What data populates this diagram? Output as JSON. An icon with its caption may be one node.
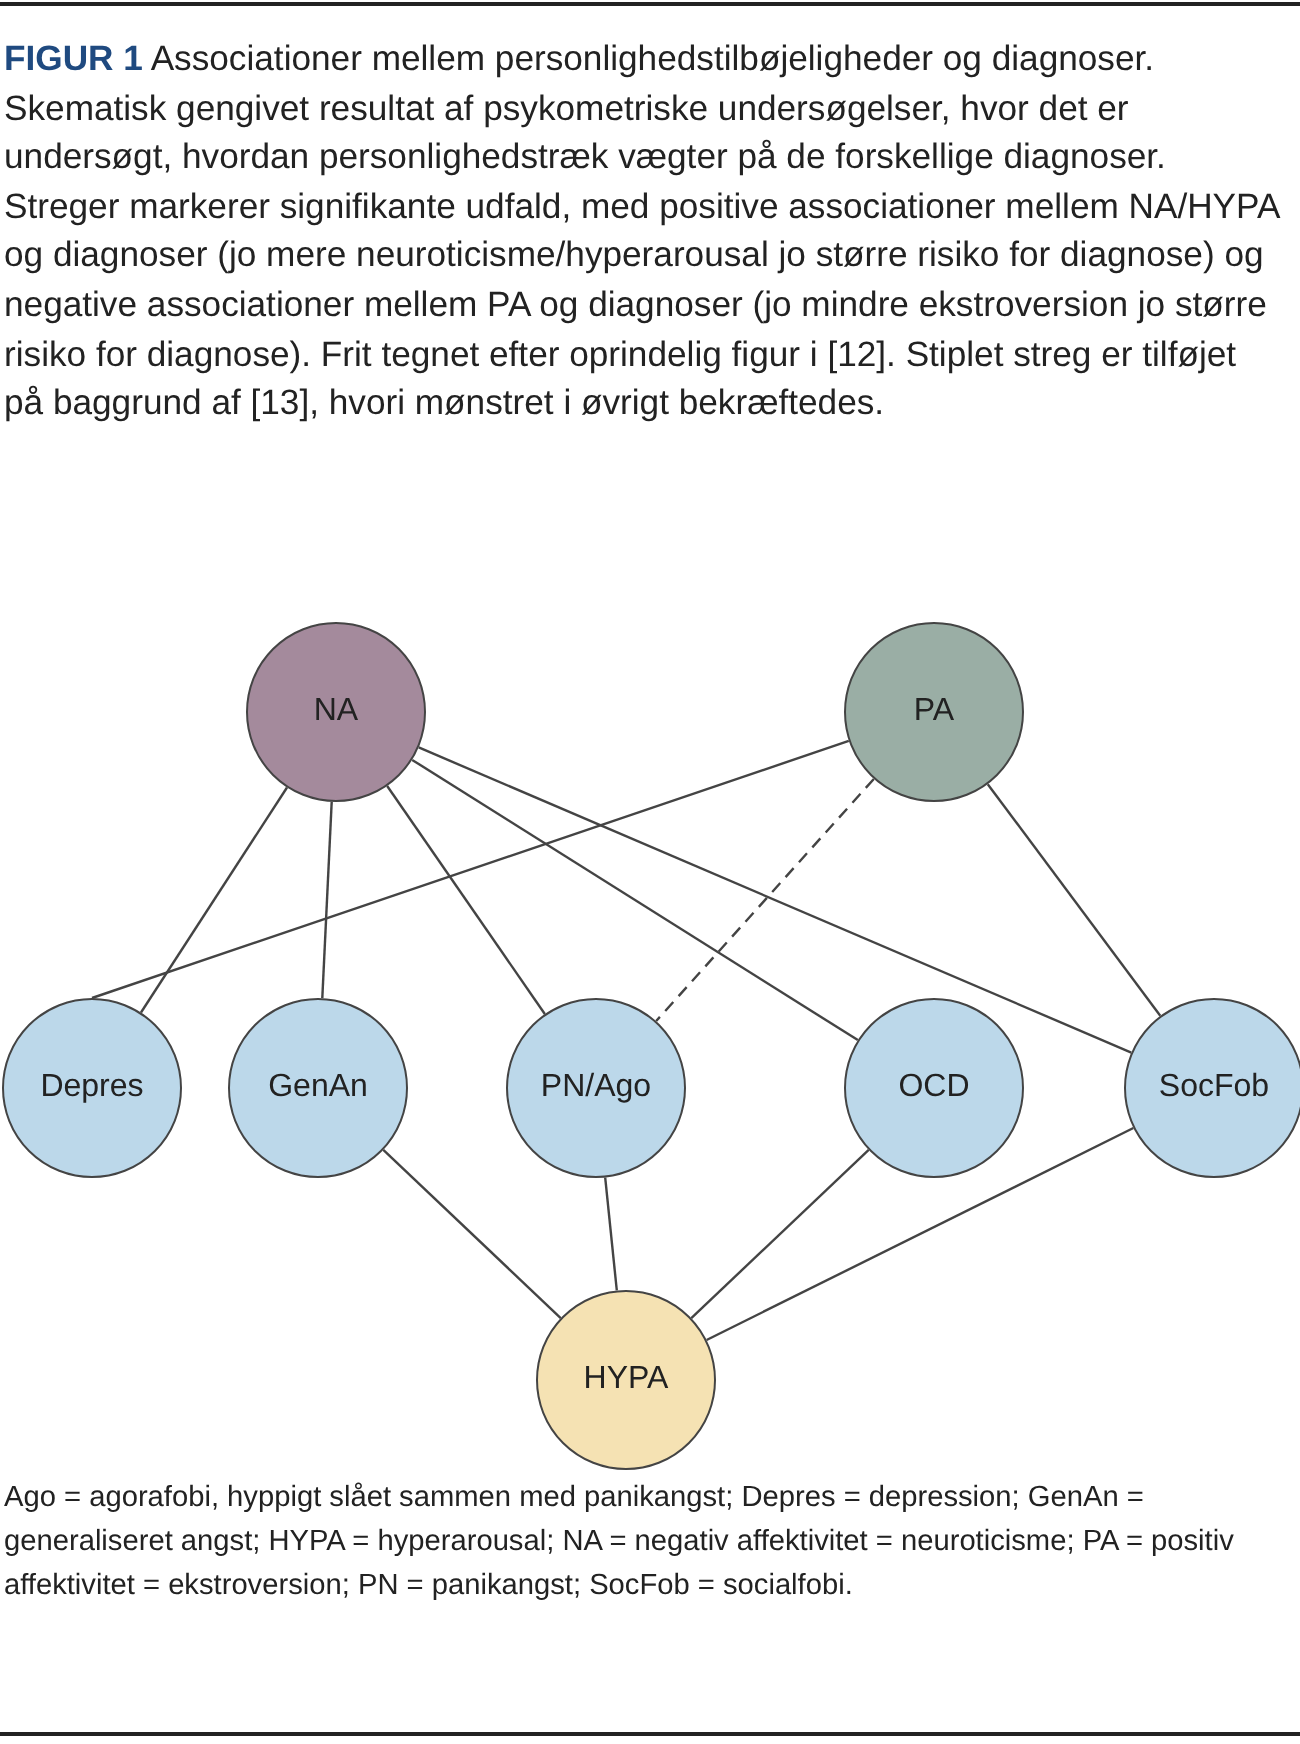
{
  "diagram": {
    "title": "**FIGUR 1** Associationer mellem personlighedstilbøjeligheder og diagnoser. Skematisk gengivet resultat af psykometriske undersøgelser, hvor det er undersøgt, hvordan personlighedstræk vægter på de forskellige diagnoser. Streger markerer signifikante udfald, med positive associationer mellem NA/HYPA og diagnoser (jo mere neuroticisme/hyperarousal jo større risiko for diagnose) og negative associationer mellem PA og diagnoser (jo mindre ekstroversion jo større risiko for diagnose). Frit tegnet efter oprindelig figur i [12]. Stiplet streg er tilføjet på baggrund af [13], hvori mønstret i øvrigt bekræftedes.",
    "nodes": [
      {
        "text": [
          "NA"
        ]
      },
      {
        "text": [
          "PA"
        ]
      },
      {
        "text": [
          "Depres"
        ]
      },
      {
        "text": [
          "GenAn"
        ]
      },
      {
        "text": [
          "PN/Ago"
        ]
      },
      {
        "text": [
          "OCD"
        ]
      },
      {
        "text": [
          "SocFob"
        ]
      },
      {
        "text": [
          "HYPA"
        ]
      }
    ],
    "edges": [
      {
        "from": 0,
        "to": 2,
        "arrow": "none"
      },
      {
        "from": 0,
        "to": 3,
        "arrow": "none"
      },
      {
        "from": 0,
        "to": 4,
        "arrow": "none"
      },
      {
        "from": 0,
        "to": 5,
        "arrow": "none"
      },
      {
        "from": 0,
        "to": 6,
        "arrow": "none"
      },
      {
        "from": 1,
        "to": 2,
        "arrow": "none"
      },
      {
        "from": 1,
        "to": 4,
        "arrow": "none",
        "style": "dashed"
      },
      {
        "from": 1,
        "to": 6,
        "arrow": "none"
      },
      {
        "from": 3,
        "to": 7,
        "arrow": "none"
      },
      {
        "from": 4,
        "to": 7,
        "arrow": "none"
      },
      {
        "from": 5,
        "to": 7,
        "arrow": "none"
      },
      {
        "from": 6,
        "to": 7,
        "arrow": "none"
      }
    ],
    "caption": "Ago = agorafobi, hyppigt slået sammen med panikangst; Depres = depression; GenAn = generaliseret angst; HYPA = hyperarousal; NA = negativ affektivitet = neuroticisme; PA = positiv affektivitet = ekstroversion; PN = panikangst; SocFob = socialfobi."
  }
}
